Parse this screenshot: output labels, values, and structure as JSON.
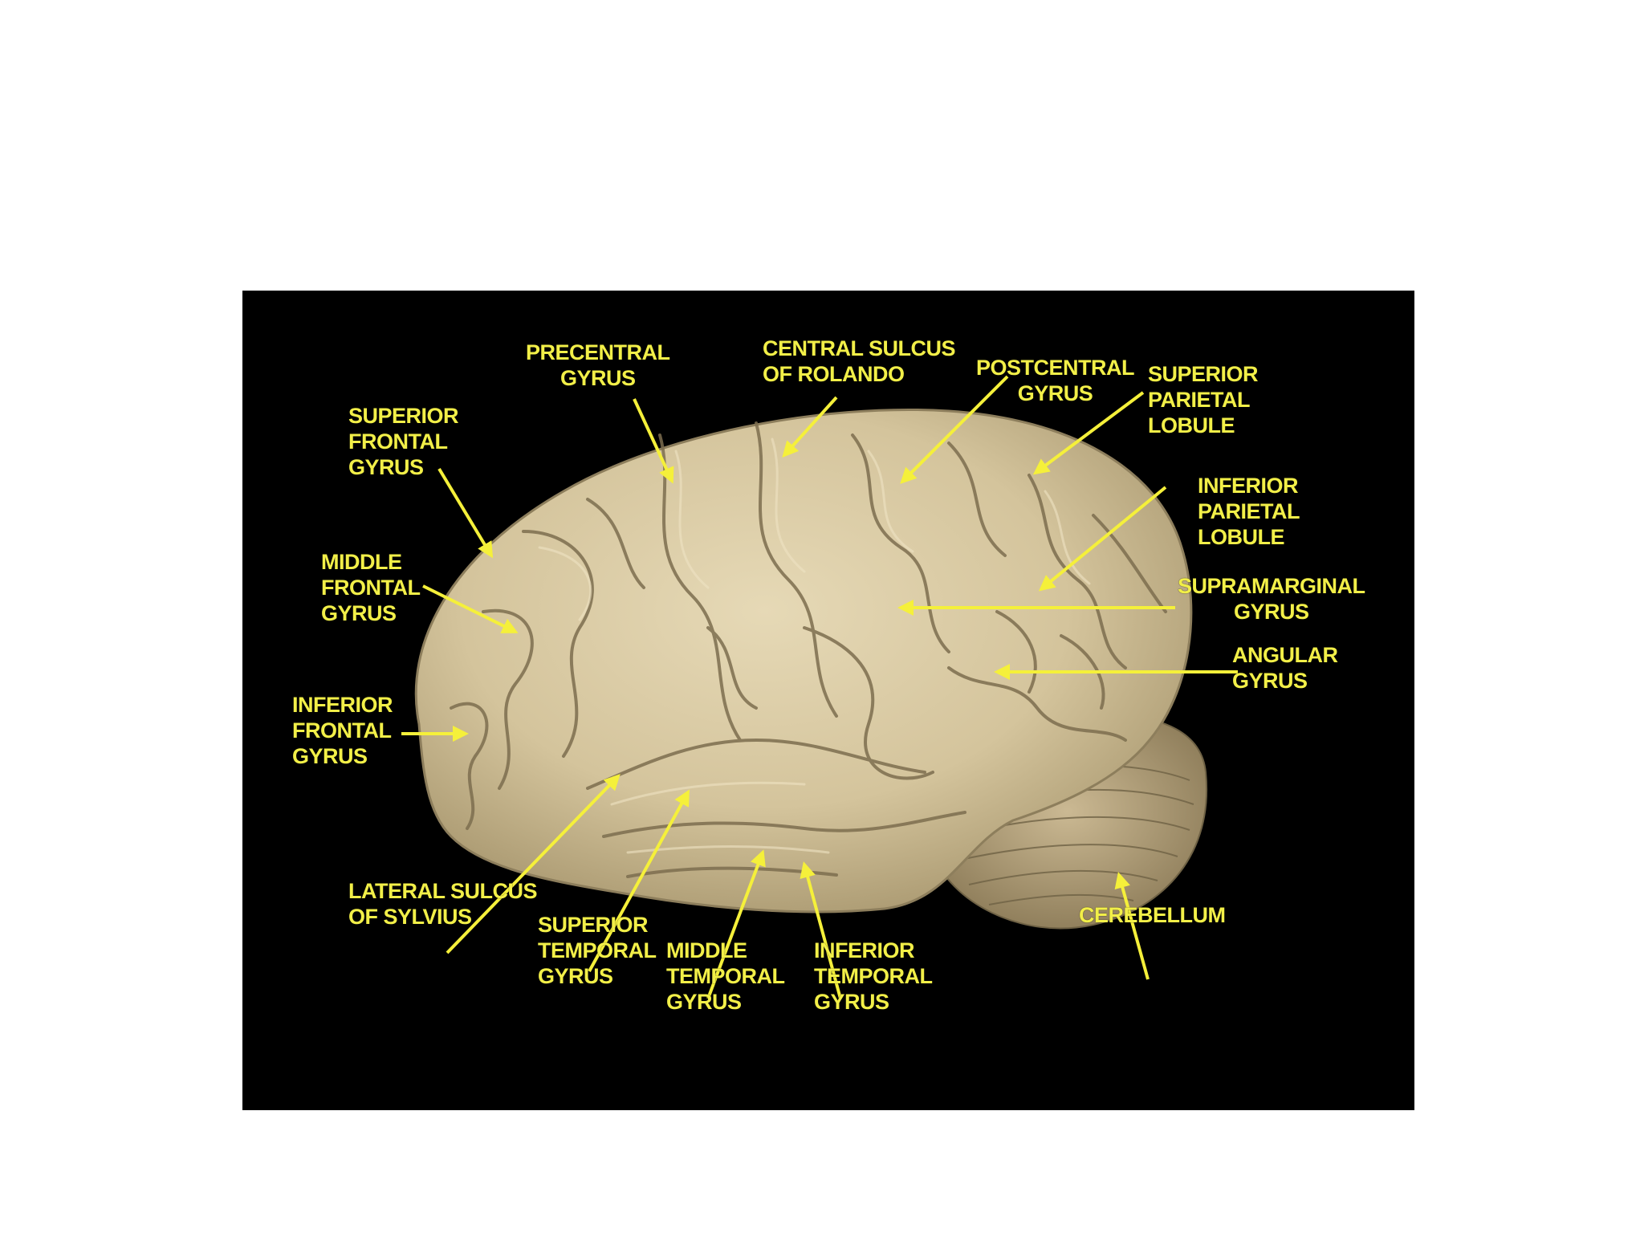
{
  "colors": {
    "page_background": "#ffffff",
    "figure_background": "#000000",
    "label_color": "#f2ef48",
    "arrow_color": "#f5f03a",
    "tissue_color": "#d8c9a3",
    "tissue_shadow": "#8d7e5c"
  },
  "labels": {
    "precentral_gyrus": "PRECENTRAL\nGYRUS",
    "central_sulcus": "CENTRAL SULCUS\nOF ROLANDO",
    "postcentral_gyrus": "POSTCENTRAL\nGYRUS",
    "superior_parietal_lobule": "SUPERIOR\nPARIETAL\nLOBULE",
    "superior_frontal_gyrus": "SUPERIOR\nFRONTAL\nGYRUS",
    "inferior_parietal_lobule": "INFERIOR\nPARIETAL\nLOBULE",
    "middle_frontal_gyrus": "MIDDLE\nFRONTAL\nGYRUS",
    "supramarginal_gyrus": "SUPRAMARGINAL\nGYRUS",
    "angular_gyrus": "ANGULAR\nGYRUS",
    "inferior_frontal_gyrus": "INFERIOR\nFRONTAL\nGYRUS",
    "lateral_sulcus": "LATERAL SULCUS\nOF SYLVIUS",
    "superior_temporal_gyrus": "SUPERIOR\nTEMPORAL\nGYRUS",
    "middle_temporal_gyrus": "MIDDLE\nTEMPORAL\nGYRUS",
    "inferior_temporal_gyrus": "INFERIOR\nTEMPORAL\nGYRUS",
    "cerebellum": "CEREBELLUM"
  }
}
